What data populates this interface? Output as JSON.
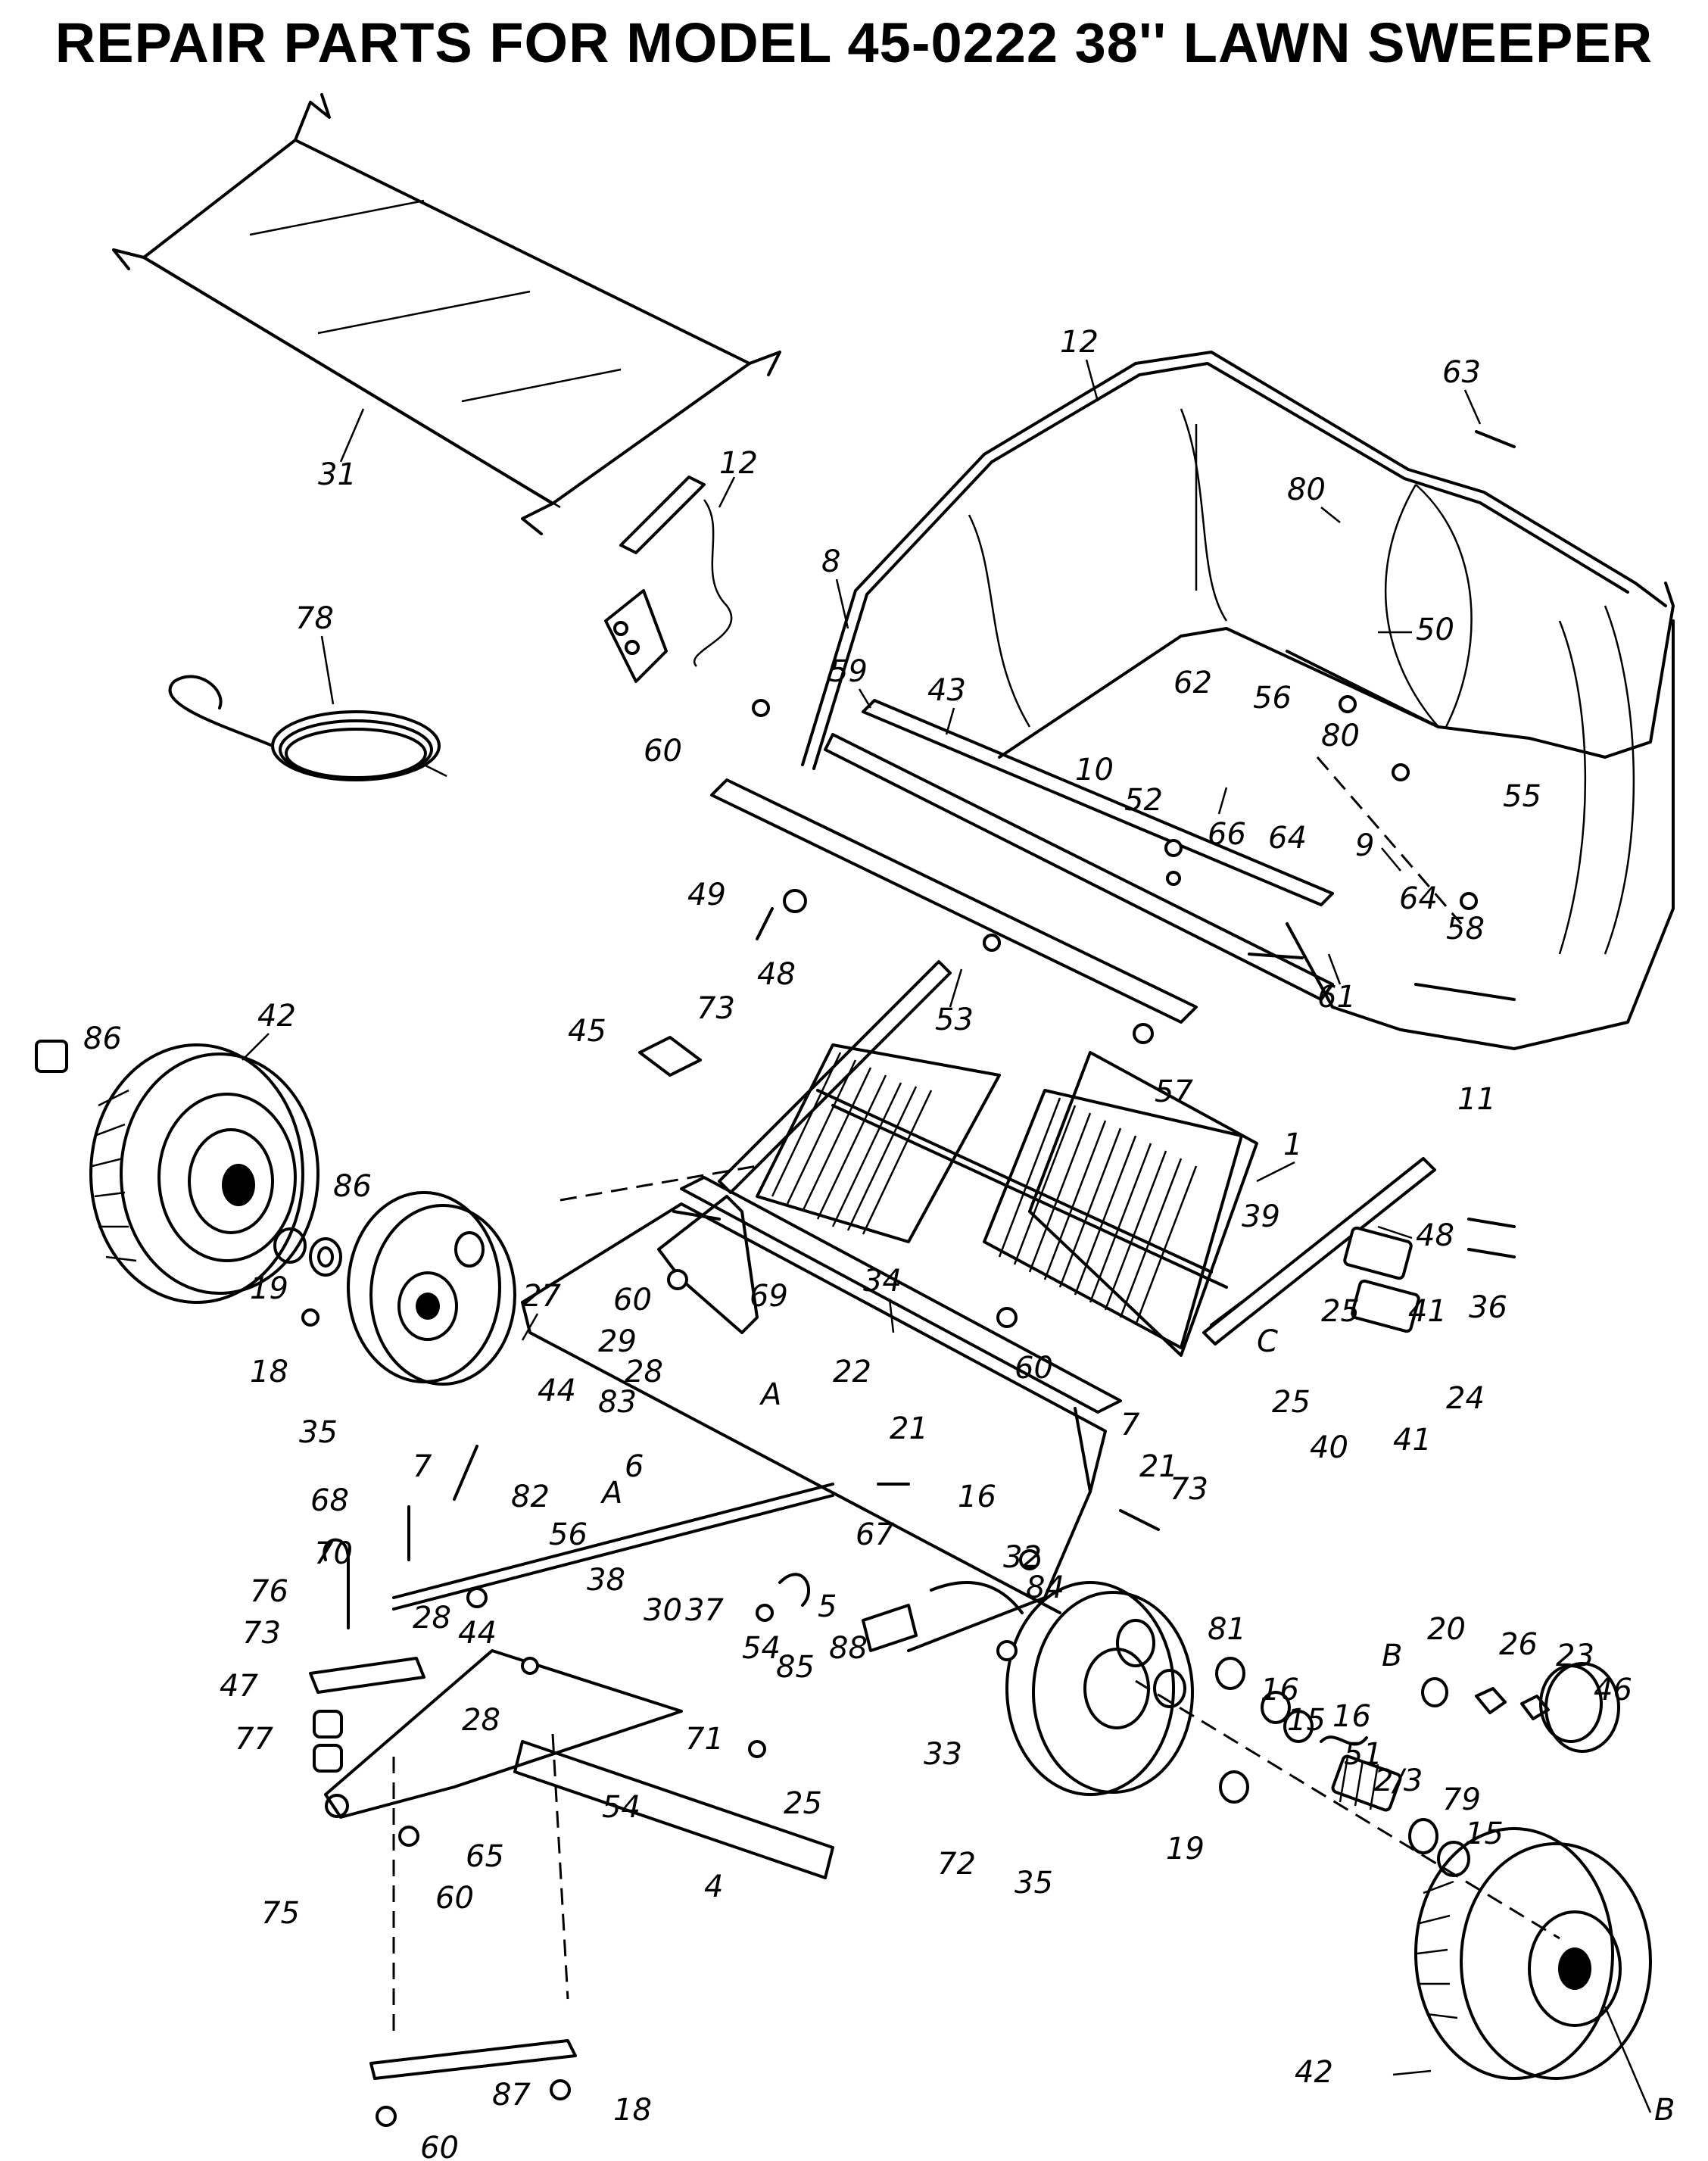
{
  "title": "REPAIR PARTS FOR MODEL 45-0222 38'' LAWN SWEEPER",
  "callouts": [
    {
      "id": "c-31",
      "text": "31"
    },
    {
      "id": "c-12a",
      "text": "12"
    },
    {
      "id": "c-78",
      "text": "78"
    },
    {
      "id": "c-12b",
      "text": "12"
    },
    {
      "id": "c-63",
      "text": "63"
    },
    {
      "id": "c-80a",
      "text": "80"
    },
    {
      "id": "c-8",
      "text": "8"
    },
    {
      "id": "c-50",
      "text": "50"
    },
    {
      "id": "c-59",
      "text": "59"
    },
    {
      "id": "c-43",
      "text": "43"
    },
    {
      "id": "c-60a",
      "text": "60"
    },
    {
      "id": "c-10",
      "text": "10"
    },
    {
      "id": "c-62",
      "text": "62"
    },
    {
      "id": "c-56a",
      "text": "56"
    },
    {
      "id": "c-80b",
      "text": "80"
    },
    {
      "id": "c-52",
      "text": "52"
    },
    {
      "id": "c-66",
      "text": "66"
    },
    {
      "id": "c-64a",
      "text": "64"
    },
    {
      "id": "c-55",
      "text": "55"
    },
    {
      "id": "c-49",
      "text": "49"
    },
    {
      "id": "c-9",
      "text": "9"
    },
    {
      "id": "c-64b",
      "text": "64"
    },
    {
      "id": "c-58",
      "text": "58"
    },
    {
      "id": "c-73a",
      "text": "73"
    },
    {
      "id": "c-48a",
      "text": "48"
    },
    {
      "id": "c-53",
      "text": "53"
    },
    {
      "id": "c-61",
      "text": "61"
    },
    {
      "id": "c-86a",
      "text": "86"
    },
    {
      "id": "c-42a",
      "text": "42"
    },
    {
      "id": "c-45",
      "text": "45"
    },
    {
      "id": "c-57",
      "text": "57"
    },
    {
      "id": "c-11",
      "text": "11"
    },
    {
      "id": "c-1",
      "text": "1"
    },
    {
      "id": "c-86b",
      "text": "86"
    },
    {
      "id": "c-39",
      "text": "39"
    },
    {
      "id": "c-48b",
      "text": "48"
    },
    {
      "id": "c-19a",
      "text": "19"
    },
    {
      "id": "c-60b",
      "text": "60"
    },
    {
      "id": "c-69",
      "text": "69"
    },
    {
      "id": "c-34",
      "text": "34"
    },
    {
      "id": "c-27",
      "text": "27"
    },
    {
      "id": "c-18a",
      "text": "18"
    },
    {
      "id": "c-29",
      "text": "29"
    },
    {
      "id": "c-C",
      "text": "C"
    },
    {
      "id": "c-25a",
      "text": "25"
    },
    {
      "id": "c-41a",
      "text": "41"
    },
    {
      "id": "c-36",
      "text": "36"
    },
    {
      "id": "c-35a",
      "text": "35"
    },
    {
      "id": "c-44a",
      "text": "44"
    },
    {
      "id": "c-28a",
      "text": "28"
    },
    {
      "id": "c-83",
      "text": "83"
    },
    {
      "id": "c-Aa",
      "text": "A"
    },
    {
      "id": "c-22",
      "text": "22"
    },
    {
      "id": "c-60c",
      "text": "60"
    },
    {
      "id": "c-24",
      "text": "24"
    },
    {
      "id": "c-25b",
      "text": "25"
    },
    {
      "id": "c-40",
      "text": "40"
    },
    {
      "id": "c-41b",
      "text": "41"
    },
    {
      "id": "c-21a",
      "text": "21"
    },
    {
      "id": "c-7a",
      "text": "7"
    },
    {
      "id": "c-21b",
      "text": "21"
    },
    {
      "id": "c-73b",
      "text": "73"
    },
    {
      "id": "c-68",
      "text": "68"
    },
    {
      "id": "c-7b",
      "text": "7"
    },
    {
      "id": "c-82",
      "text": "82"
    },
    {
      "id": "c-Ab",
      "text": "A"
    },
    {
      "id": "c-6",
      "text": "6"
    },
    {
      "id": "c-56b",
      "text": "56"
    },
    {
      "id": "c-16a",
      "text": "16"
    },
    {
      "id": "c-67",
      "text": "67"
    },
    {
      "id": "c-70",
      "text": "70"
    },
    {
      "id": "c-32",
      "text": "32"
    },
    {
      "id": "c-76",
      "text": "76"
    },
    {
      "id": "c-38",
      "text": "38"
    },
    {
      "id": "c-28b",
      "text": "28"
    },
    {
      "id": "c-30",
      "text": "30"
    },
    {
      "id": "c-37",
      "text": "37"
    },
    {
      "id": "c-5",
      "text": "5"
    },
    {
      "id": "c-84",
      "text": "84"
    },
    {
      "id": "c-73c",
      "text": "73"
    },
    {
      "id": "c-44b",
      "text": "44"
    },
    {
      "id": "c-54a",
      "text": "54"
    },
    {
      "id": "c-88",
      "text": "88"
    },
    {
      "id": "c-47",
      "text": "47"
    },
    {
      "id": "c-85",
      "text": "85"
    },
    {
      "id": "c-81",
      "text": "81"
    },
    {
      "id": "c-20",
      "text": "20"
    },
    {
      "id": "c-26",
      "text": "26"
    },
    {
      "id": "c-23",
      "text": "23"
    },
    {
      "id": "c-Ba",
      "text": "B"
    },
    {
      "id": "c-46",
      "text": "46"
    },
    {
      "id": "c-28c",
      "text": "28"
    },
    {
      "id": "c-71",
      "text": "71"
    },
    {
      "id": "c-16b",
      "text": "16"
    },
    {
      "id": "c-15a",
      "text": "15"
    },
    {
      "id": "c-16c",
      "text": "16"
    },
    {
      "id": "c-77",
      "text": "77"
    },
    {
      "id": "c-33",
      "text": "33"
    },
    {
      "id": "c-25c",
      "text": "25"
    },
    {
      "id": "c-51",
      "text": "51"
    },
    {
      "id": "c-2-3",
      "text": "2/3"
    },
    {
      "id": "c-54b",
      "text": "54"
    },
    {
      "id": "c-65",
      "text": "65"
    },
    {
      "id": "c-79",
      "text": "79"
    },
    {
      "id": "c-15b",
      "text": "15"
    },
    {
      "id": "c-19b",
      "text": "19"
    },
    {
      "id": "c-72",
      "text": "72"
    },
    {
      "id": "c-35b",
      "text": "35"
    },
    {
      "id": "c-60d",
      "text": "60"
    },
    {
      "id": "c-75",
      "text": "75"
    },
    {
      "id": "c-4",
      "text": "4"
    },
    {
      "id": "c-87",
      "text": "87"
    },
    {
      "id": "c-18b",
      "text": "18"
    },
    {
      "id": "c-60e",
      "text": "60"
    },
    {
      "id": "c-42b",
      "text": "42"
    },
    {
      "id": "c-Bb",
      "text": "B"
    }
  ]
}
